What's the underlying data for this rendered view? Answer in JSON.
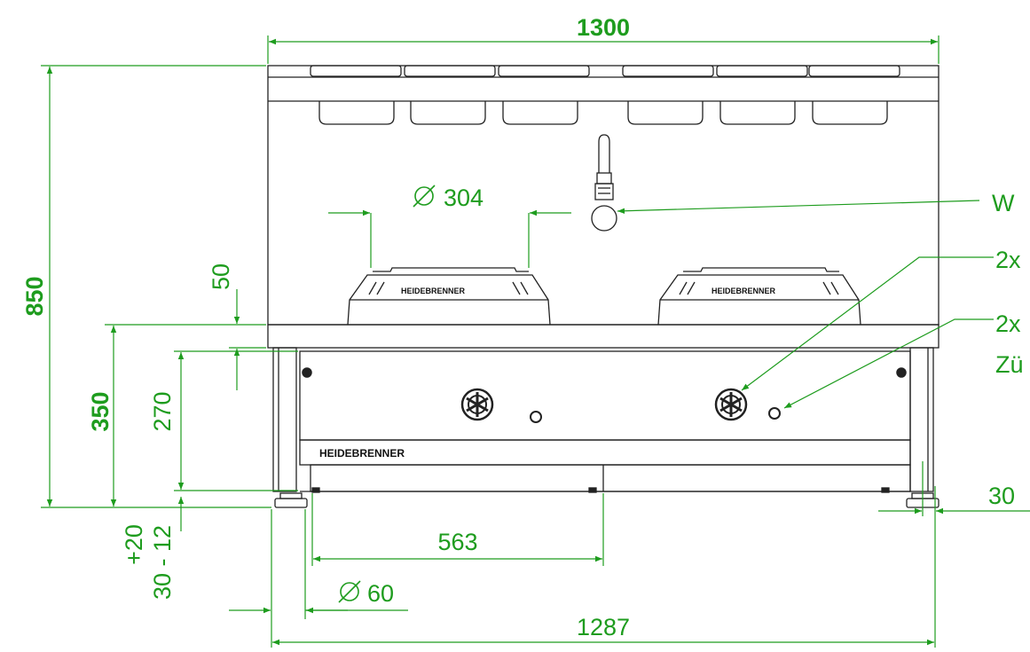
{
  "dimensions": {
    "width_top": "1300",
    "height_total": "850",
    "height_worktop": "350",
    "height_front": "270",
    "burner_rim": "50",
    "burner_diameter": "304",
    "adjust_plus": "+20",
    "adjust_minus": "30 - 12",
    "leg_offset": "563",
    "foot_diameter": "60",
    "width_bottom": "1287",
    "side_offset": "30"
  },
  "callouts": {
    "water": "W",
    "burner": "2x",
    "ignition_line1": "2x",
    "ignition_line2": "Zü"
  },
  "brand": {
    "front_panel": "HEIDEBRENNER",
    "burner_left": "HEIDEBRENNER",
    "burner_right": "HEIDEBRENNER"
  },
  "colors": {
    "dimension": "#1e9c1e",
    "outline": "#222222"
  }
}
